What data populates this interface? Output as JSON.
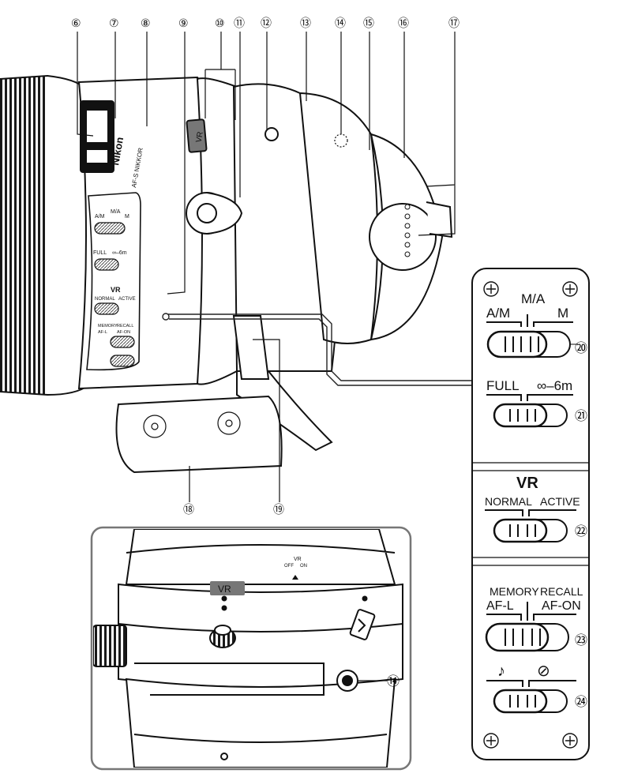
{
  "callouts": {
    "c6": "⑥",
    "c7": "⑦",
    "c8": "⑧",
    "c9": "⑨",
    "c10": "⑩",
    "c11": "⑪",
    "c12": "⑫",
    "c13": "⑬",
    "c14": "⑭",
    "c15": "⑮",
    "c16": "⑯",
    "c17": "⑰",
    "c18": "⑱",
    "c19": "⑲",
    "c20": "⑳",
    "c21": "㉑",
    "c22": "㉒",
    "c23": "㉓",
    "c24": "㉔",
    "c14b": "⑭"
  },
  "panel": {
    "focus_mode": {
      "left": "A/M",
      "middle": "M/A",
      "right": "M"
    },
    "focus_limit": {
      "left": "FULL",
      "right": "∞–6m"
    },
    "vr": {
      "title": "VR",
      "left": "NORMAL",
      "right": "ACTIVE"
    },
    "memory": {
      "top_left": "MEMORY",
      "top_right": "RECALL",
      "left": "AF-L",
      "right": "AF-ON"
    },
    "sound": {
      "left": "♪",
      "right": "⊘"
    }
  },
  "lens_markings": {
    "brand": "Nikon",
    "model": "AF-S NIKKOR",
    "vr_badge": "VR",
    "small_vr_title": "VR",
    "small_vr_left": "NORMAL",
    "small_vr_right": "ACTIVE",
    "small_af_left": "A/M",
    "small_af_mid": "M/A",
    "small_af_right": "M",
    "small_full": "FULL",
    "small_inf": "∞–6m",
    "small_mem": "MEMORY",
    "small_recall": "RECALL",
    "small_afl": "AF-L",
    "small_afon": "AF-ON"
  },
  "inset": {
    "vr_badge": "VR",
    "vr_scale_title": "VR",
    "vr_off": "OFF",
    "vr_on": "ON"
  }
}
